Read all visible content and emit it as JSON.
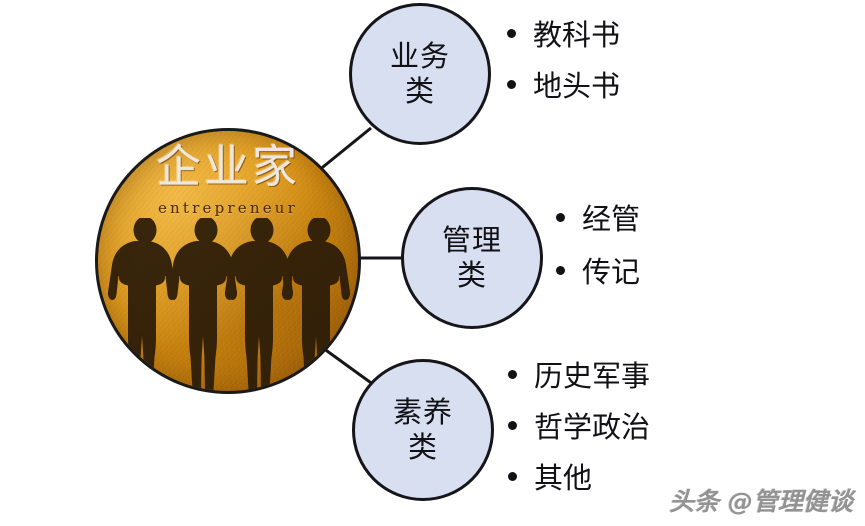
{
  "hub": {
    "title": "企业家",
    "subtitle": "entrepreneur",
    "figure_count": 4,
    "colors": {
      "fill_light": "#e8a417",
      "fill_dark": "#b5730a",
      "silhouette": "#2e1d0b",
      "border": "#1a1a1a",
      "title_color": "#efe7dd",
      "subtitle_color": "#4a2a08"
    }
  },
  "nodes": [
    {
      "id": "business",
      "label": "业务\n类",
      "fill": "#d8dff0",
      "border": "#16161a",
      "bullets": [
        "教科书",
        "地头书"
      ]
    },
    {
      "id": "management",
      "label": "管理\n类",
      "fill": "#d8dff0",
      "border": "#16161a",
      "bullets": [
        "经管",
        "传记"
      ]
    },
    {
      "id": "literacy",
      "label": "素养\n类",
      "fill": "#d8dff0",
      "border": "#16161a",
      "bullets": [
        "历史军事",
        "哲学政治",
        "其他"
      ]
    }
  ],
  "connectors": [
    {
      "id": "hub-to-business",
      "from": "hub",
      "to": "business"
    },
    {
      "id": "hub-to-management",
      "from": "hub",
      "to": "management"
    },
    {
      "id": "hub-to-literacy",
      "from": "hub",
      "to": "literacy"
    }
  ],
  "watermark": {
    "text": "头条 @管理健谈",
    "color": "#8a8a8a"
  }
}
